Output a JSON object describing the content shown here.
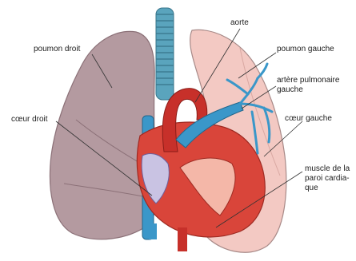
{
  "labels": {
    "poumon_droit": "poumon droit",
    "aorte": "aorte",
    "poumon_gauche": "poumon gauche",
    "artere_pulmonaire_gauche": "artère pulmonaire gauche",
    "coeur_droit": "cœur droit",
    "coeur_gauche": "cœur gauche",
    "muscle_paroi": "muscle de la paroi cardia-que"
  },
  "colors": {
    "right_lung": "#b49aa0",
    "left_lung": "#f3c9c3",
    "trachea": "#5aa4bd",
    "heart": "#d9453a",
    "aorta": "#c7302a",
    "veins": "#3a97c9"
  }
}
